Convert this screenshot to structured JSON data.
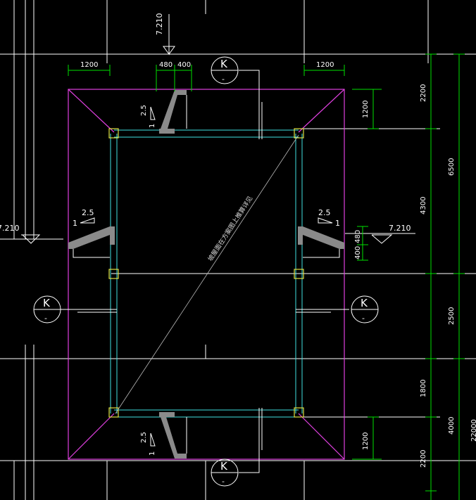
{
  "dimensions": {
    "top_left_width": "1200",
    "top_mid_a": "480",
    "top_mid_b": "400",
    "top_right_width": "1200",
    "right_2200_top": "2200",
    "right_1200_top": "1200",
    "right_6500": "6500",
    "right_4300": "4300",
    "right_480": "480",
    "right_400": "400",
    "right_2500": "2500",
    "right_1800": "1800",
    "right_4000": "4000",
    "right_1200_bottom": "1200",
    "right_2200_bottom": "2200",
    "right_edge_partial": "22000"
  },
  "elevations": {
    "top": "7.210",
    "left": "7.210",
    "right": "7.210"
  },
  "slopes": {
    "top": {
      "rise": "2.5",
      "run": "1"
    },
    "left": {
      "rise": "2.5",
      "run": "1"
    },
    "right": {
      "rise": "2.5",
      "run": "1"
    },
    "bottom": {
      "rise": "2.5",
      "run": "1"
    }
  },
  "section_markers": {
    "top": {
      "letter": "K",
      "sub": "-"
    },
    "left": {
      "letter": "K",
      "sub": "-"
    },
    "right": {
      "letter": "K",
      "sub": "-"
    },
    "bottom": {
      "letter": "K",
      "sub": "-"
    }
  },
  "diagonal_note": "坡屋面在方案图上推算详见",
  "colors": {
    "background": "#000000",
    "roof_outline": "#e040e0",
    "dimension": "#00e000",
    "beam": "#40e0e0",
    "column": "#e0e040",
    "line": "#ffffff",
    "section_fill": "#8a8a8a"
  }
}
